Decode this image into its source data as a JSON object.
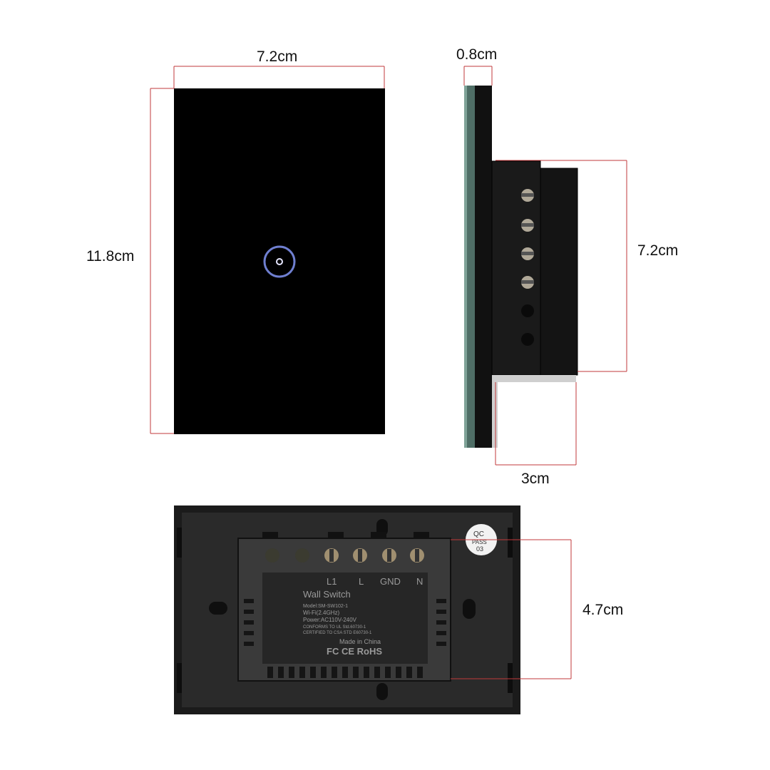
{
  "dimensions": {
    "front_width": "7.2cm",
    "front_height": "11.8cm",
    "side_thickness": "0.8cm",
    "side_body_height": "7.2cm",
    "side_depth": "3cm",
    "back_body_height": "4.7cm"
  },
  "back_label": {
    "terminals": [
      "L1",
      "L",
      "GND",
      "N"
    ],
    "title": "Wall Switch",
    "model": "Model:SM-SW102-1",
    "wifi": "Wi-Fi(2.4GHz)",
    "power": "Power:AC110V-240V",
    "ul": "CONFORMS TO UL Std.60730-1",
    "csa": "CERTIFIED TO CSA STD E60730-1",
    "origin": "Made in China",
    "certs": "FC CE RoHS"
  },
  "qc_sticker": {
    "line1": "QC",
    "line2": "PASS",
    "line3": "03"
  },
  "colors": {
    "dimension_line": "#c0393b",
    "panel": "#000000",
    "glass_edge": "#4f6e66",
    "body": "#1c1c1c",
    "back_body": "#3a3a3a",
    "touch_ring": "#6f7fd0"
  },
  "icons": [
    "touch-button-icon",
    "screw-terminal-icon",
    "qc-pass-sticker-icon"
  ]
}
